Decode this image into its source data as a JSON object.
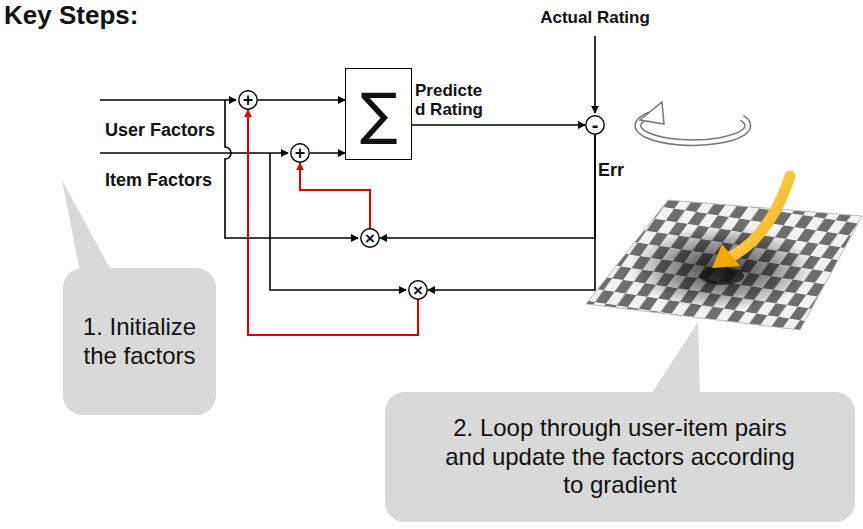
{
  "diagram": {
    "title": "Key Steps:",
    "nodes": [
      {
        "text": [
          "+"
        ]
      },
      {
        "text": [
          "+"
        ]
      },
      {
        "text": [
          "∑"
        ]
      },
      {
        "text": [
          "-"
        ]
      },
      {
        "text": [
          "×"
        ]
      },
      {
        "text": [
          "×"
        ]
      },
      {
        "text": [
          "1. Initialize the factors"
        ]
      },
      {
        "text": [
          "2. Loop through user-item pairs and update the factors according to gradient"
        ]
      }
    ],
    "edges": [
      {
        "from": 0,
        "to": 2,
        "arrow": "to"
      },
      {
        "from": 1,
        "to": 2,
        "arrow": "to"
      },
      {
        "from": 2,
        "to": 3,
        "arrow": "to"
      },
      {
        "from": 3,
        "to": 4,
        "arrow": "to"
      },
      {
        "from": 3,
        "to": 5,
        "arrow": "to"
      },
      {
        "from": 4,
        "to": 1,
        "arrow": "to"
      },
      {
        "from": 5,
        "to": 0,
        "arrow": "to"
      }
    ],
    "labels": [
      "Actual Rating",
      "Predicte d Rating",
      "User Factors",
      "Item Factors",
      "Err"
    ]
  }
}
